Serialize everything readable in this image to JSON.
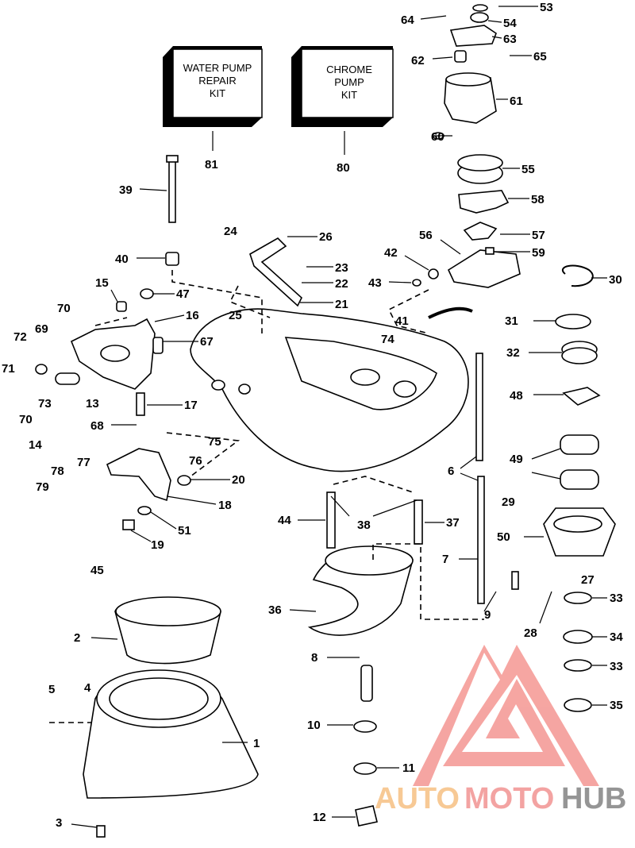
{
  "kits": {
    "water_pump_repair_kit": [
      "WATER PUMP",
      "REPAIR",
      "KIT"
    ],
    "chrome_pump_kit": [
      "CHROME",
      "PUMP",
      "KIT"
    ]
  },
  "callouts": [
    "53",
    "64",
    "54",
    "63",
    "62",
    "65",
    "61",
    "60",
    "55",
    "58",
    "56",
    "57",
    "59",
    "42",
    "43",
    "30",
    "26",
    "24",
    "23",
    "22",
    "21",
    "25",
    "39",
    "40",
    "81",
    "80",
    "15",
    "47",
    "70",
    "16",
    "69",
    "72",
    "67",
    "71",
    "73",
    "13",
    "70",
    "14",
    "68",
    "17",
    "75",
    "76",
    "41",
    "74",
    "31",
    "32",
    "48",
    "49",
    "6",
    "20",
    "77",
    "78",
    "79",
    "18",
    "29",
    "38",
    "44",
    "37",
    "50",
    "51",
    "19",
    "45",
    "7",
    "27",
    "9",
    "36",
    "33",
    "28",
    "34",
    "2",
    "33",
    "8",
    "5",
    "4",
    "35",
    "1",
    "10",
    "11",
    "3",
    "12"
  ],
  "watermark": {
    "part1": "AUTO",
    "part2": "MOTO",
    "part3": "HUB",
    "colors": [
      "#f7c48a",
      "#f29a98",
      "#8a8a8a"
    ]
  }
}
